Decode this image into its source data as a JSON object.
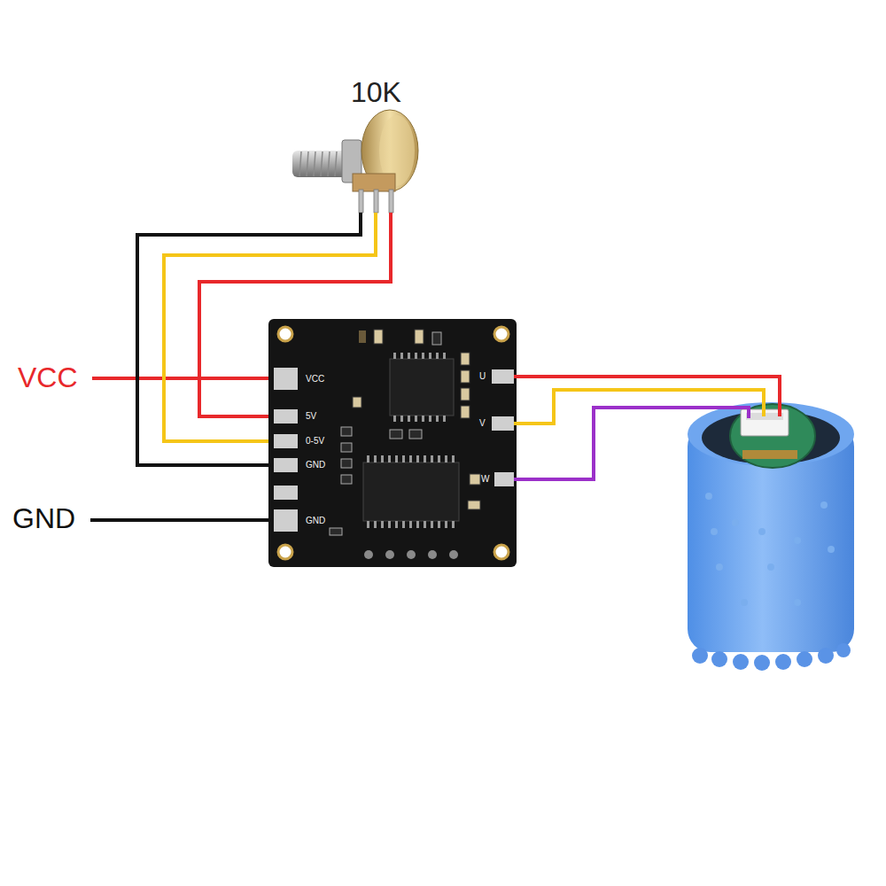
{
  "diagram": {
    "nodes": [
      {
        "text": [
          "10K"
        ]
      },
      {
        "text": [
          "VCC",
          "5V",
          "0-5V",
          "GND",
          "GND",
          "U",
          "V",
          "W"
        ]
      }
    ],
    "edges": [
      {
        "from": 0,
        "to": 1,
        "arrow": "none"
      },
      {
        "from": 0,
        "to": 1,
        "arrow": "none"
      },
      {
        "from": 0,
        "to": 1,
        "arrow": "none"
      }
    ],
    "labels": [
      "VCC",
      "GND"
    ]
  }
}
